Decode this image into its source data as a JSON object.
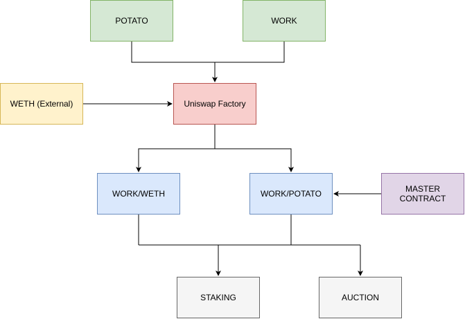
{
  "nodes": {
    "potato": {
      "label": "POTATO"
    },
    "work": {
      "label": "WORK"
    },
    "weth": {
      "label": "WETH (External)"
    },
    "factory": {
      "label": "Uniswap Factory"
    },
    "work_weth": {
      "label": "WORK/WETH"
    },
    "work_potato": {
      "label": "WORK/POTATO"
    },
    "master": {
      "line1": "MASTER",
      "line2": "CONTRACT"
    },
    "staking": {
      "label": "STAKING"
    },
    "auction": {
      "label": "AUCTION"
    }
  },
  "colors": {
    "token": "#d5e8d4",
    "external": "#fff2cc",
    "factory": "#f8cecc",
    "pair": "#dae8fc",
    "master": "#e1d5e7",
    "consumer": "#f5f5f5",
    "connector": "#000000"
  },
  "edges": [
    {
      "from": "POTATO",
      "to": "Uniswap Factory"
    },
    {
      "from": "WORK",
      "to": "Uniswap Factory"
    },
    {
      "from": "WETH (External)",
      "to": "Uniswap Factory"
    },
    {
      "from": "Uniswap Factory",
      "to": "WORK/WETH"
    },
    {
      "from": "Uniswap Factory",
      "to": "WORK/POTATO"
    },
    {
      "from": "MASTER CONTRACT",
      "to": "WORK/POTATO"
    },
    {
      "from": "WORK/WETH",
      "to": "STAKING"
    },
    {
      "from": "WORK/WETH",
      "to": "AUCTION"
    },
    {
      "from": "WORK/POTATO",
      "to": "STAKING"
    },
    {
      "from": "WORK/POTATO",
      "to": "AUCTION"
    }
  ]
}
